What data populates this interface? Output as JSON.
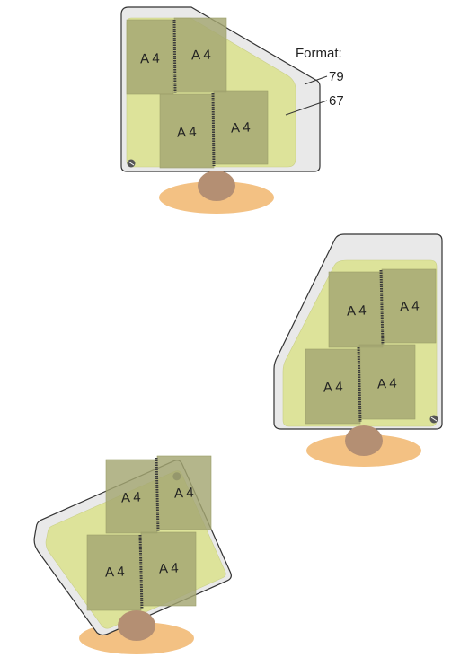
{
  "format_callout": {
    "title": "Format:",
    "value_outer": "79",
    "value_inner": "67"
  },
  "sheet_label": "A 4",
  "colors": {
    "outer_panel": "#e9e9e9",
    "inner_panel": "#dde39a",
    "sheet": "#a3a672",
    "sheet_edge": "#9a9d68",
    "base": "#f3c183",
    "head": "#b48f73",
    "stroke": "#333333",
    "fold_line": "#3a3a3a",
    "screw": "#555555"
  }
}
